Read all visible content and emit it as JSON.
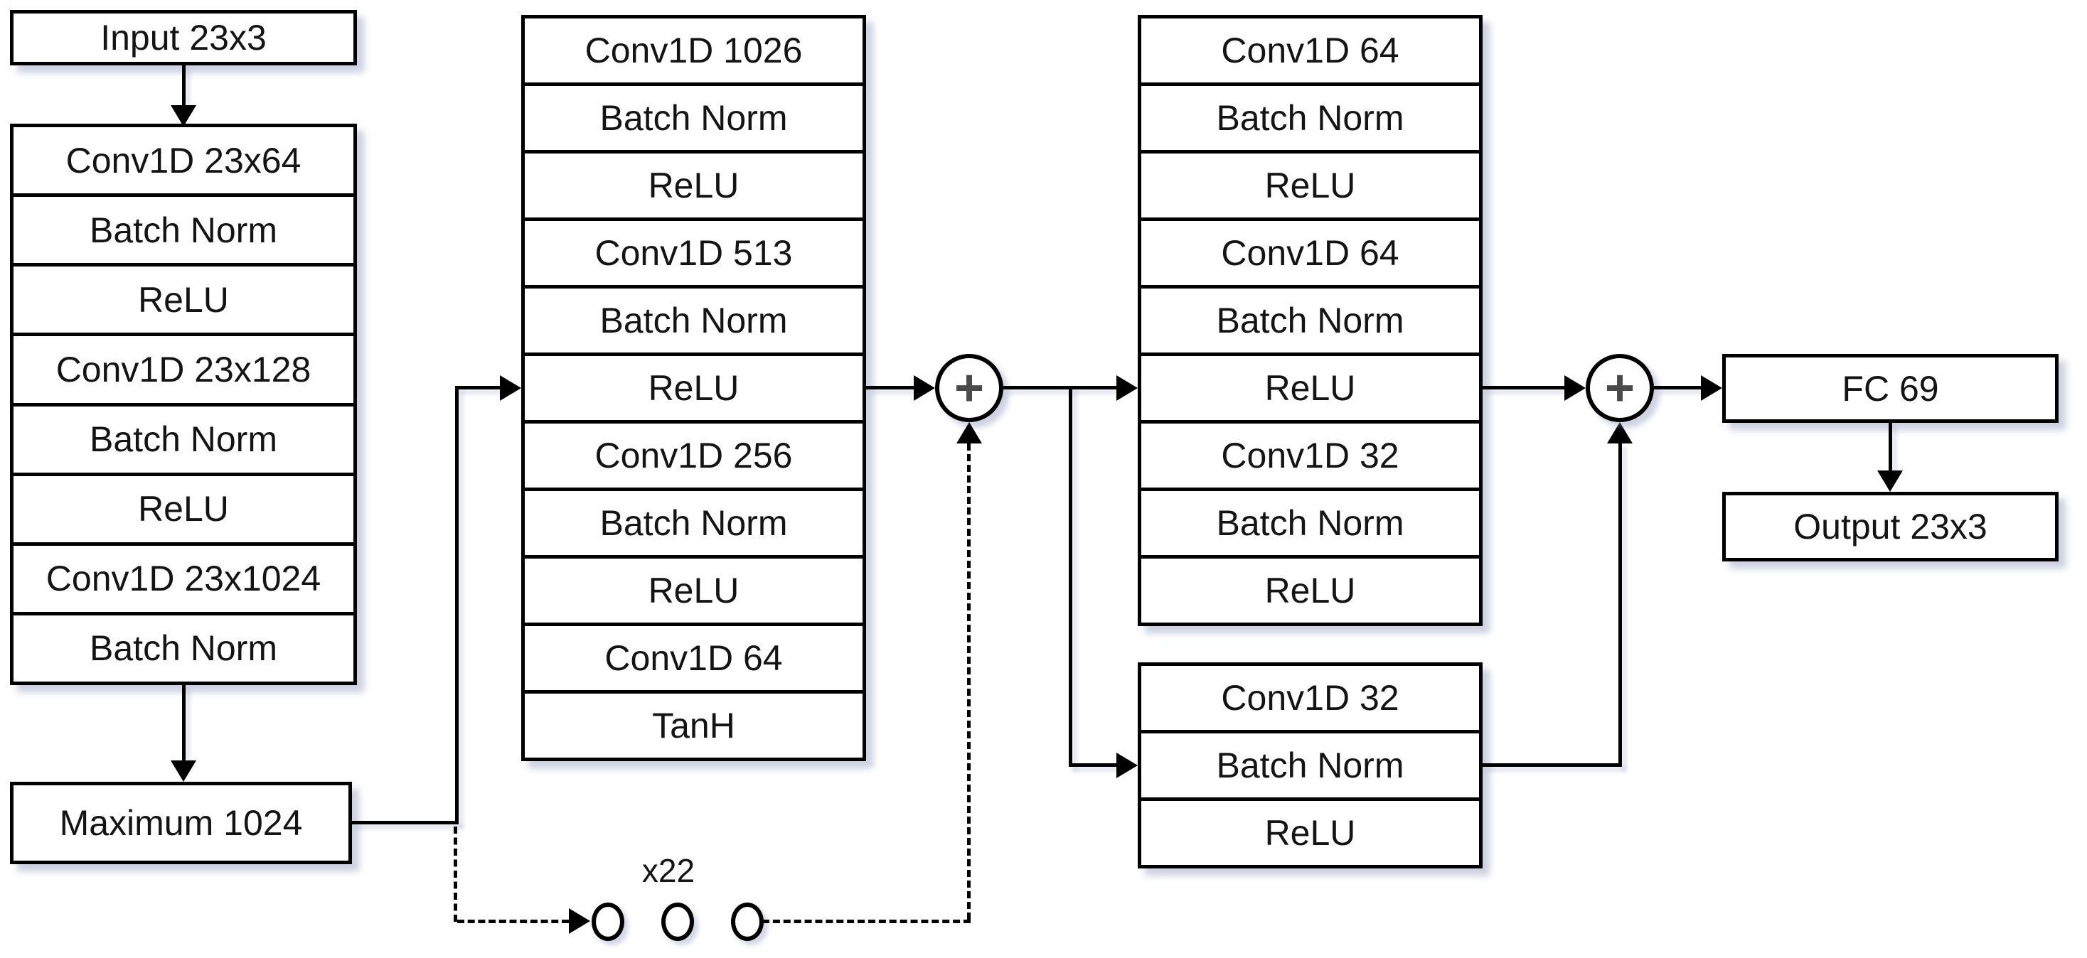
{
  "diagram": {
    "blocks": {
      "input": "Input 23x3",
      "maximum": "Maximum 1024",
      "fc": "FC 69",
      "output": "Output 23x3"
    },
    "stacks": {
      "encoder": [
        "Conv1D 23x64",
        "Batch Norm",
        "ReLU",
        "Conv1D 23x128",
        "Batch Norm",
        "ReLU",
        "Conv1D 23x1024",
        "Batch Norm"
      ],
      "residual": [
        "Conv1D 1026",
        "Batch Norm",
        "ReLU",
        "Conv1D 513",
        "Batch Norm",
        "ReLU",
        "Conv1D 256",
        "Batch Norm",
        "ReLU",
        "Conv1D 64",
        "TanH"
      ],
      "decoder": [
        "Conv1D 64",
        "Batch Norm",
        "ReLU",
        "Conv1D 64",
        "Batch Norm",
        "ReLU",
        "Conv1D 32",
        "Batch Norm",
        "ReLU"
      ],
      "skip": [
        "Conv1D 32",
        "Batch Norm",
        "ReLU"
      ]
    },
    "symbols": {
      "add": "+",
      "repeat": "x22",
      "ellipsis_count": 3
    },
    "colors": {
      "line": "#000000",
      "box_background": "#ffffff",
      "shadow": "rgba(127,137,180,0.4)"
    }
  }
}
